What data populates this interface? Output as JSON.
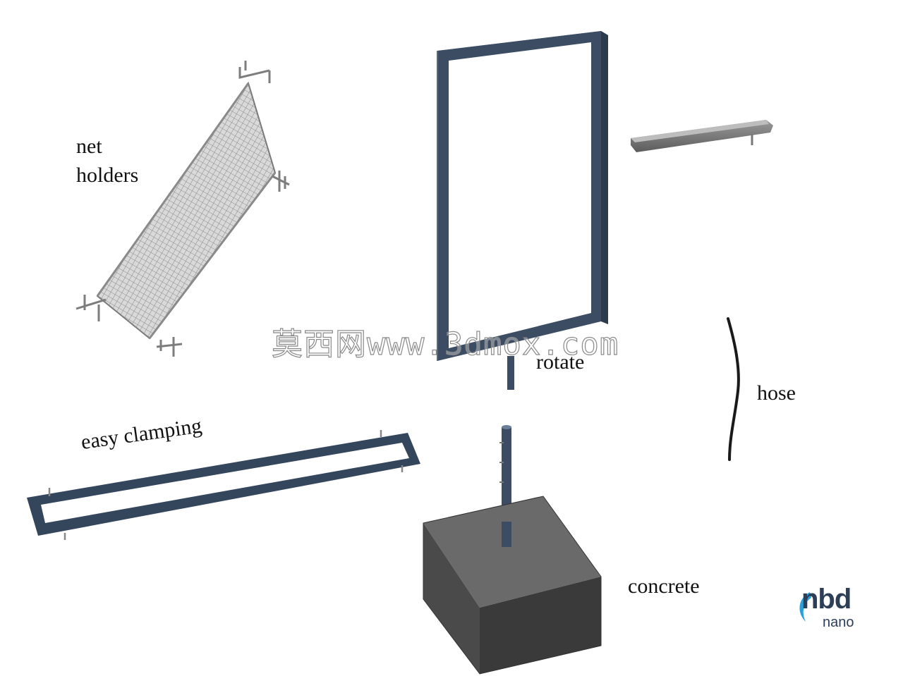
{
  "labels": {
    "net_line1": "net",
    "net_line2": "holders",
    "rotate": "rotate",
    "hose": "hose",
    "easy_clamping": "easy clamping",
    "concrete": "concrete"
  },
  "watermark": "莫西网www.3dmox.com",
  "logo": {
    "main": "nbd",
    "sub": "nano"
  },
  "colors": {
    "frame_steel": "#3c4d63",
    "frame_steel_light": "#5a6e88",
    "concrete_front": "#4a4a4a",
    "concrete_top": "#6a6a6a",
    "concrete_side": "#3a3a3a",
    "mesh": "#9a9a9a",
    "hose": "#1a1a1a",
    "logo_accent": "#2aa0d8"
  }
}
